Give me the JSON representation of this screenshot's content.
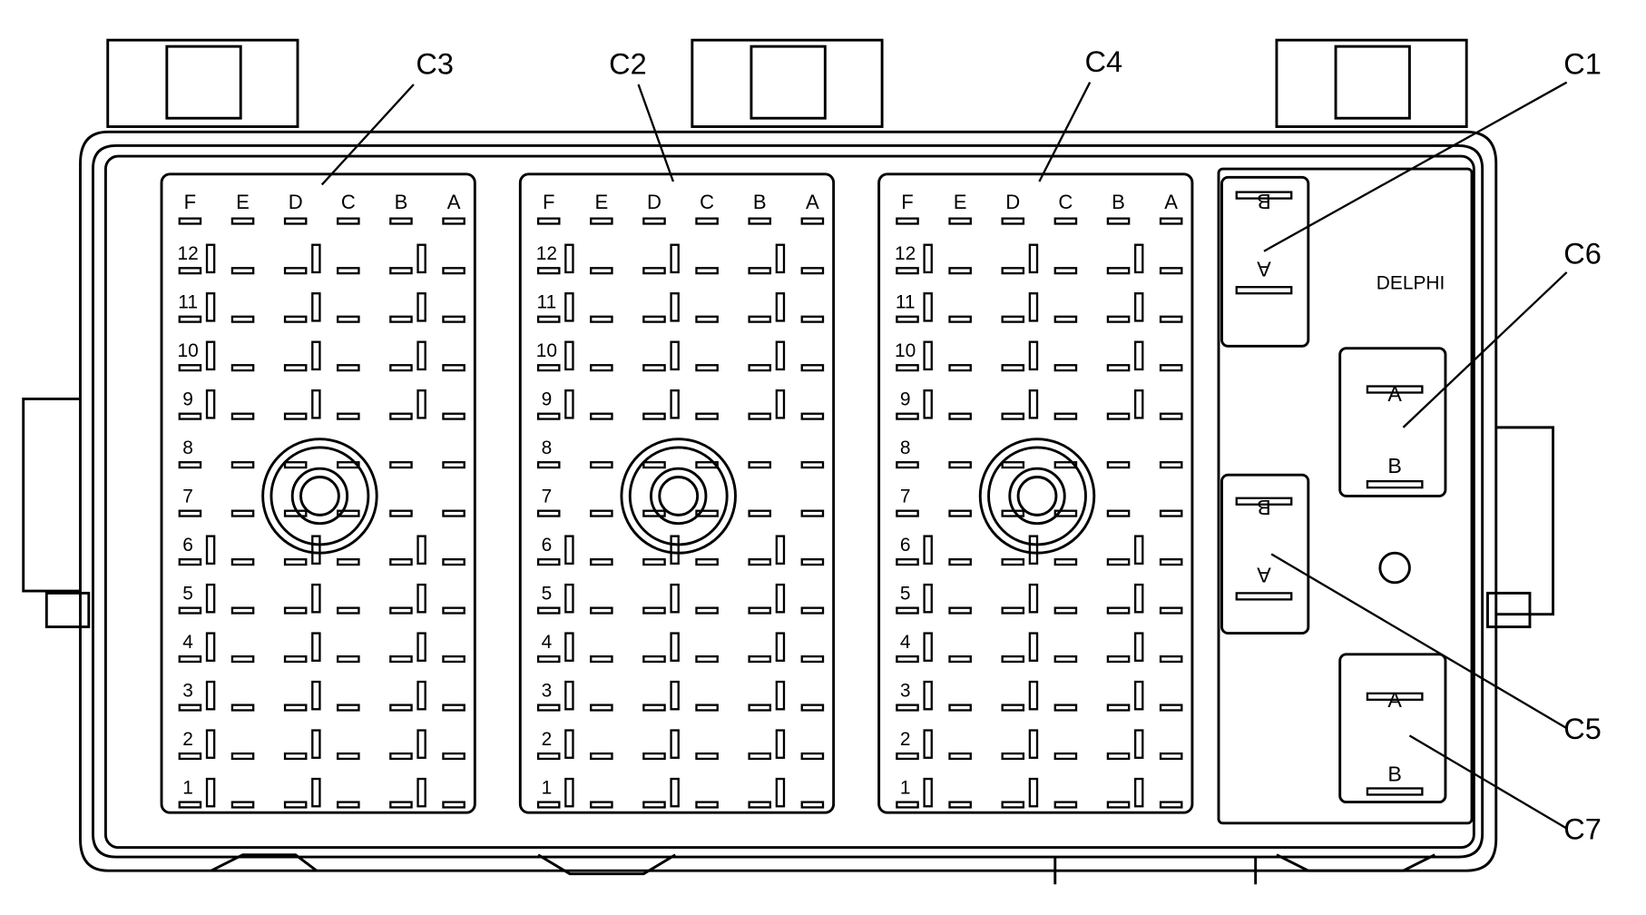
{
  "brand": "DELPHI",
  "callouts": [
    "C3",
    "C2",
    "C4",
    "C1",
    "C6",
    "C5",
    "C7"
  ],
  "block": {
    "columns": [
      "F",
      "E",
      "D",
      "C",
      "B",
      "A"
    ],
    "rows": [
      "12",
      "11",
      "10",
      "9",
      "8",
      "7",
      "6",
      "5",
      "4",
      "3",
      "2",
      "1"
    ]
  },
  "two_way": {
    "terminal_a": "A",
    "terminal_b": "B"
  }
}
